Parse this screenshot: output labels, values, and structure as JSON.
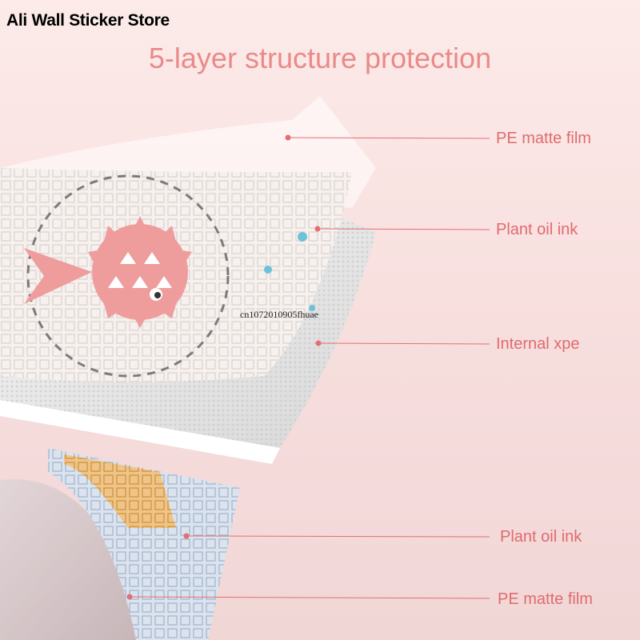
{
  "store_name": "Ali Wall Sticker Store",
  "headline": "5-layer structure protection",
  "watermark": "cn1072010905fhuae",
  "layers": [
    {
      "label": "PE matte film"
    },
    {
      "label": "Plant oil ink"
    },
    {
      "label": "Internal xpe"
    },
    {
      "label": "Plant oil ink"
    },
    {
      "label": "PE matte film"
    }
  ],
  "colors": {
    "label": "#e06b6e",
    "headline": "#ea8a88",
    "fish": "#ef9c9d",
    "background": "#f8e0df"
  }
}
